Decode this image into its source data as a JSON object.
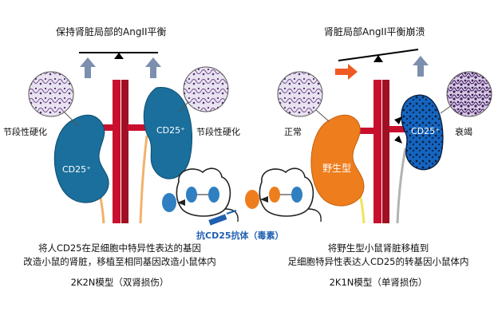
{
  "left": {
    "title": "保持肾脏局部的AngII平衡",
    "label_top_left": "节段性硬化",
    "label_top_right": "节段性硬化",
    "kidney_left_label": "CD25⁺",
    "kidney_right_label": "CD25⁺",
    "caption_line1": "将人CD25在足细胞中特异性表达的基因",
    "caption_line2": "改造小鼠的肾脏，移植至相同基因改造小鼠体内",
    "model": "2K2N模型（双肾损伤）"
  },
  "center": {
    "antibody": "抗CD25抗体（毒素）"
  },
  "right": {
    "title": "肾脏局部AngII平衡崩溃",
    "label_normal": "正常",
    "label_failing": "衰竭",
    "kidney_wt_label": "野生型",
    "kidney_cd25_label": "CD25⁺",
    "caption_line1": "将野生型小鼠肾脏移植到",
    "caption_line2": "足细胞特异性表达人CD25的转基因小鼠体内",
    "model": "2K1N模型（单肾损伤）"
  },
  "colors": {
    "vessel": "#c8102e",
    "kidney_blue": "#1a6f9c",
    "kidney_orange": "#ee7d1d",
    "arrow_gray": "#7d8fae",
    "arrow_orange": "#f05a22"
  }
}
